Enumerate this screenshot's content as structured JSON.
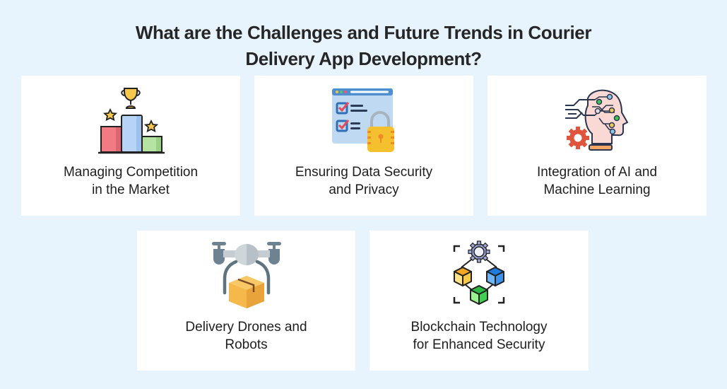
{
  "header": {
    "title_line1": "What are the Challenges and Future Trends in Courier",
    "title_line2": "Delivery App Development?"
  },
  "cards": [
    {
      "icon": "podium-trophy-icon",
      "line1": "Managing Competition",
      "line2": "in the Market"
    },
    {
      "icon": "data-security-lock-icon",
      "line1": "Ensuring Data Security",
      "line2": "and Privacy"
    },
    {
      "icon": "ai-brain-head-icon",
      "line1": "Integration of AI and",
      "line2": "Machine Learning"
    },
    {
      "icon": "delivery-drone-icon",
      "line1": "Delivery Drones and",
      "line2": "Robots"
    },
    {
      "icon": "blockchain-network-icon",
      "line1": "Blockchain Technology",
      "line2": "for Enhanced Security"
    }
  ],
  "colors": {
    "background": "#E8F4FD",
    "card": "#FFFFFF",
    "title_text": "#262626"
  }
}
